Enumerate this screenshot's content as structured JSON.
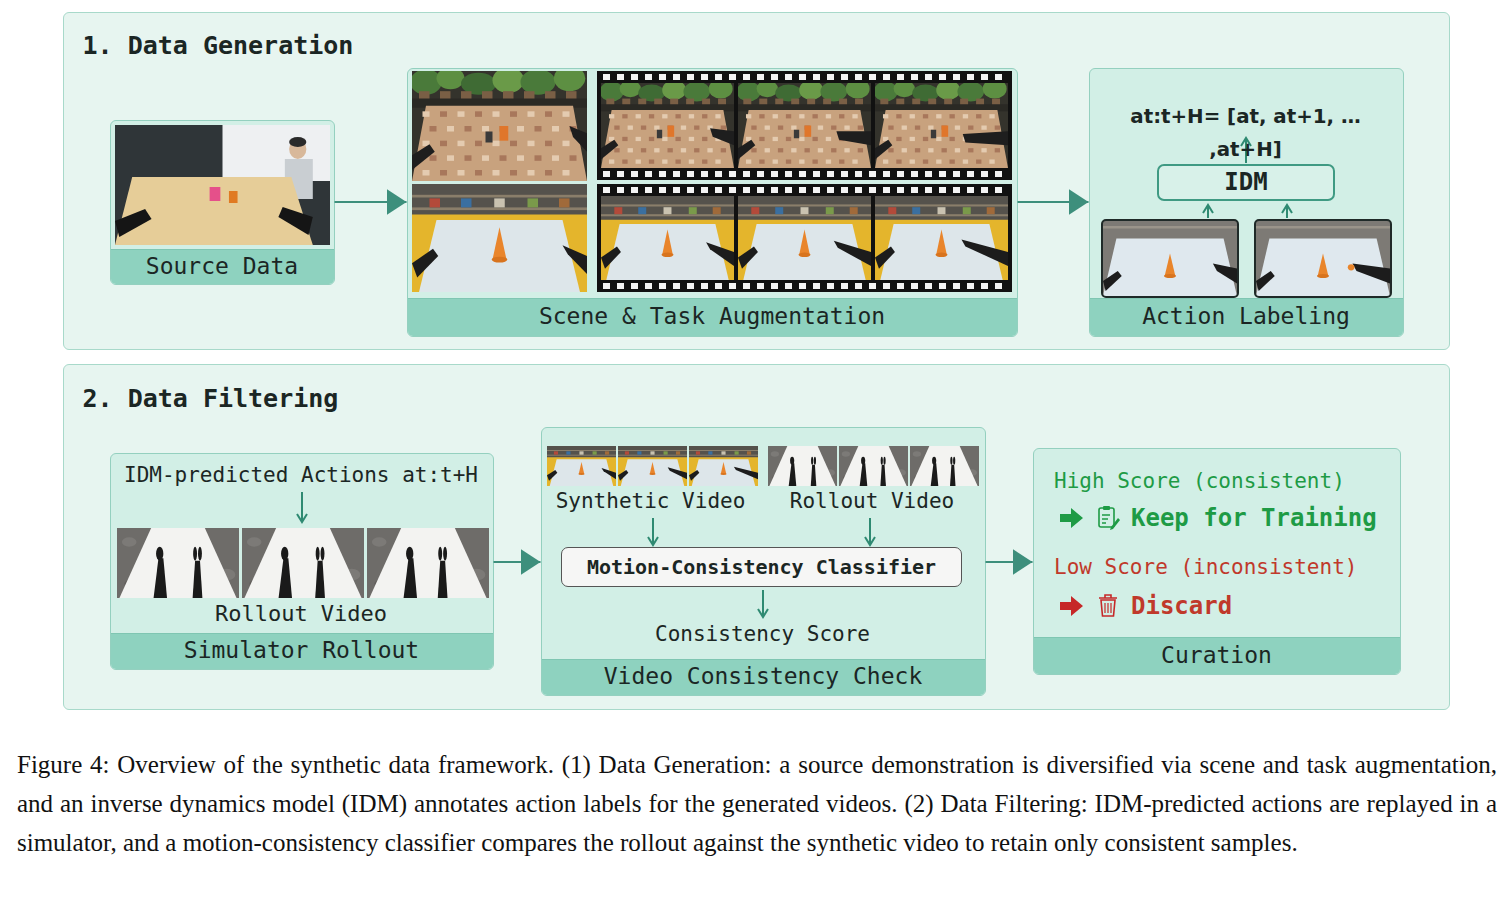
{
  "diagram": {
    "caption": "Figure 4: Overview of the synthetic data framework. (1) Data Generation: a source demonstration is diversified via scene and task augmentation, and an inverse dynamics model (IDM) annotates action labels for the generated videos. (2) Data Filtering: IDM-predicted actions are replayed in a simulator, and a motion-consistency classifier compares the rollout against the synthetic video to retain only consistent samples.",
    "nodes": [
      {
        "text": [
          "1. Data Generation"
        ]
      },
      {
        "text": [
          "Source Data"
        ],
        "in": 0
      },
      {
        "text": [
          "Scene & Task Augmentation"
        ],
        "in": 0
      },
      {
        "text": [
          "at:t+H= [at, at+1, … ,at+H]",
          "Action Labeling"
        ],
        "in": 0
      },
      {
        "text": [
          "IDM"
        ],
        "in": 3
      },
      {
        "text": [
          "2. Data Filtering"
        ]
      },
      {
        "text": [
          "IDM-predicted Actions at:t+H",
          "Rollout Video",
          "Simulator Rollout"
        ],
        "in": 5
      },
      {
        "text": [
          "Synthetic Video",
          "Rollout Video",
          "Consistency Score",
          "Video Consistency Check"
        ],
        "in": 5
      },
      {
        "text": [
          "Motion-Consistency Classifier"
        ],
        "in": 7
      },
      {
        "text": [
          "High Score (consistent)",
          "Keep for Training",
          "Low Score (inconsistent)",
          "Discard",
          "Curation"
        ],
        "in": 5
      }
    ],
    "edges": [
      {
        "from": 1,
        "to": 2,
        "arrow": "to"
      },
      {
        "from": 2,
        "to": 3,
        "arrow": "to"
      },
      {
        "from": 6,
        "to": 7,
        "arrow": "to"
      },
      {
        "from": 7,
        "to": 9,
        "arrow": "to"
      }
    ]
  }
}
